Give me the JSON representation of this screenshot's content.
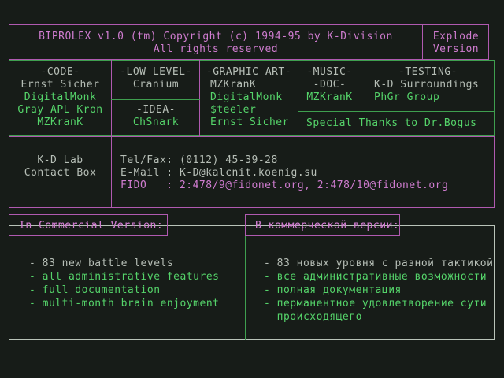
{
  "screen": {
    "background": "#171c18",
    "colors": {
      "magenta_text": "#cf7ccf",
      "gray_text": "#b6beb6",
      "green_text": "#55d46a",
      "magenta_border": "#b05ab0",
      "green_border": "#3f9f4f",
      "white_border": "#b9c3b9"
    }
  },
  "titlebar": {
    "line1": "BIPROLEX v1.0 (tm) Copyright (c) 1994-95 by K-Division",
    "line2": "All rights reserved",
    "version_line1": "Explode",
    "version_line2": "Version"
  },
  "credits": {
    "code": {
      "heading": "-CODE-",
      "lead": "Ernst Sicher",
      "names": [
        "DigitalMonk",
        "Gray APL Kron",
        "MZKranK"
      ]
    },
    "low_level": {
      "heading": "-LOW LEVEL-",
      "lead": "Cranium"
    },
    "idea": {
      "heading": "-IDEA-",
      "name": "ChSnark"
    },
    "graphic_art": {
      "heading": "-GRAPHIC ART-",
      "lead": "MZKranK",
      "names": [
        "DigitalMonk",
        "$teeler",
        "Ernst Sicher"
      ]
    },
    "music_doc": {
      "heading1": "-MUSIC-",
      "heading2": "-DOC-",
      "name": "MZKranK"
    },
    "testing": {
      "heading": "-TESTING-",
      "lead": "K-D Surroundings",
      "name": "PhGr Group"
    },
    "special_thanks": "Special Thanks to Dr.Bogus"
  },
  "contact": {
    "label_line1": "K-D Lab",
    "label_line2": "Contact Box",
    "tel": "Tel/Fax: (0112) 45-39-28",
    "email": "E-Mail : K-D@kalcnit.koenig.su",
    "fido": "FIDO   : 2:478/9@fidonet.org, 2:478/10@fidonet.org"
  },
  "commercial_en": {
    "heading": "In Commercial Version:",
    "items": [
      "- 83 new battle levels",
      "- all administrative features",
      "- full documentation",
      "- multi-month brain enjoyment"
    ]
  },
  "commercial_ru": {
    "heading": "В коммерческой версии:",
    "items": [
      "- 83 новых уровня с разной тактикой",
      "- все административные возможности",
      "- полная документация",
      "- перманентное удовлетворение сути",
      "  происходящего"
    ]
  }
}
